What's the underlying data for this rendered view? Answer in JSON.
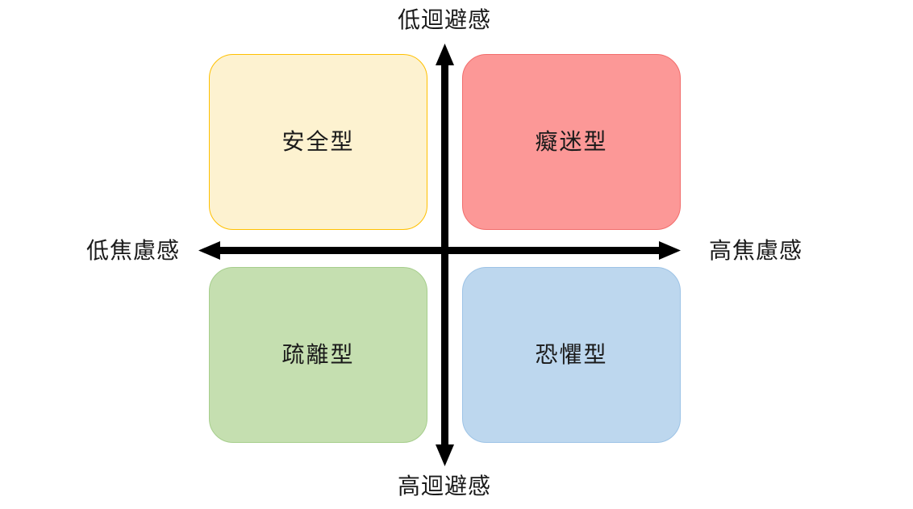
{
  "diagram": {
    "type": "quadrant-matrix",
    "axes": {
      "top_label": "低迴避感",
      "bottom_label": "高迴避感",
      "left_label": "低焦慮感",
      "right_label": "高焦慮感",
      "color": "#000000"
    },
    "quadrants": {
      "top_left": {
        "label": "安全型",
        "fill": "#FDF2D0",
        "border": "#FFC000"
      },
      "top_right": {
        "label": "癡迷型",
        "fill": "#FC9897",
        "border": "#F26D6C"
      },
      "bottom_left": {
        "label": "疏離型",
        "fill": "#C5DFB0",
        "border": "#A6CE8C"
      },
      "bottom_right": {
        "label": "恐懼型",
        "fill": "#BDD7EE",
        "border": "#9DC3E6"
      }
    },
    "text_color": "#1a1a1a",
    "background_color": "#ffffff"
  }
}
